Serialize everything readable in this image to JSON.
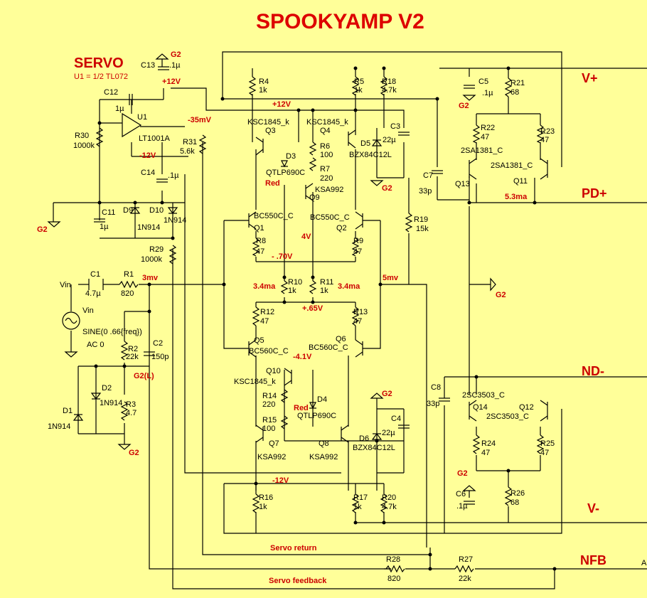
{
  "title": "SPOOKYAMP V2",
  "servo": {
    "heading": "SERVO",
    "subtitle": "U1 = 1/2 TL072"
  },
  "ports": [
    "V+",
    "PD+",
    "ND-",
    "V-",
    "NFB"
  ],
  "edge_label": "A",
  "source": {
    "name": "Vin",
    "net": "Vin",
    "spec1": "SINE(0 .66{freq})",
    "spec2": "AC 0"
  },
  "components": [
    {
      "ref": "C13",
      "value": ".1µ"
    },
    {
      "ref": "C12",
      "value": "1µ"
    },
    {
      "ref": "U1",
      "value": "LT1001A"
    },
    {
      "ref": "R30",
      "value": "1000k"
    },
    {
      "ref": "R31",
      "value": "5.6k"
    },
    {
      "ref": "C14",
      "value": ".1µ"
    },
    {
      "ref": "C11",
      "value": "1µ"
    },
    {
      "ref": "D9",
      "value": "1N914"
    },
    {
      "ref": "D10",
      "value": "1N914"
    },
    {
      "ref": "R29",
      "value": "1000k"
    },
    {
      "ref": "C1",
      "value": "4.7µ"
    },
    {
      "ref": "R1",
      "value": "820"
    },
    {
      "ref": "R2",
      "value": "22k"
    },
    {
      "ref": "C2",
      "value": "150p"
    },
    {
      "ref": "D2",
      "value": "1N914"
    },
    {
      "ref": "R3",
      "value": "4.7"
    },
    {
      "ref": "D1",
      "value": "1N914"
    },
    {
      "ref": "R4",
      "value": "1k"
    },
    {
      "ref": "Q3",
      "value": "KSC1845_k"
    },
    {
      "ref": "Q4",
      "value": "KSC1845_k"
    },
    {
      "ref": "R5",
      "value": "1k"
    },
    {
      "ref": "R18",
      "value": "4.7k"
    },
    {
      "ref": "R6",
      "value": "100"
    },
    {
      "ref": "R7",
      "value": "220"
    },
    {
      "ref": "D3",
      "value": "QTLP690C"
    },
    {
      "ref": "D5",
      "value": "BZX84C12L"
    },
    {
      "ref": "C3",
      "value": "22µ"
    },
    {
      "ref": "Q9",
      "value": "KSA992"
    },
    {
      "ref": "Q1",
      "value": "BC550C_C"
    },
    {
      "ref": "Q2",
      "value": "BC550C_C"
    },
    {
      "ref": "R8",
      "value": "47"
    },
    {
      "ref": "R9",
      "value": "47"
    },
    {
      "ref": "R19",
      "value": "15k"
    },
    {
      "ref": "R10",
      "value": "1k"
    },
    {
      "ref": "R11",
      "value": "1k"
    },
    {
      "ref": "R12",
      "value": "47"
    },
    {
      "ref": "R13",
      "value": "47"
    },
    {
      "ref": "Q5",
      "value": "BC560C_C"
    },
    {
      "ref": "Q6",
      "value": "BC560C_C"
    },
    {
      "ref": "Q10",
      "value": "KSC1845_k"
    },
    {
      "ref": "R14",
      "value": "220"
    },
    {
      "ref": "R15",
      "value": "100"
    },
    {
      "ref": "D4",
      "value": "QTLP690C"
    },
    {
      "ref": "Q7",
      "value": "KSA992"
    },
    {
      "ref": "Q8",
      "value": "KSA992"
    },
    {
      "ref": "D6",
      "value": "BZX84C12L"
    },
    {
      "ref": "C4",
      "value": "22µ"
    },
    {
      "ref": "R16",
      "value": "1k"
    },
    {
      "ref": "R17",
      "value": "1k"
    },
    {
      "ref": "R20",
      "value": "4.7k"
    },
    {
      "ref": "C5",
      "value": ".1µ"
    },
    {
      "ref": "R21",
      "value": "68"
    },
    {
      "ref": "R22",
      "value": "47"
    },
    {
      "ref": "R23",
      "value": "47"
    },
    {
      "ref": "Q13",
      "value": "2SA1381_C"
    },
    {
      "ref": "Q11",
      "value": "2SA1381_C"
    },
    {
      "ref": "C7",
      "value": "33p"
    },
    {
      "ref": "C8",
      "value": "33p"
    },
    {
      "ref": "Q14",
      "value": "2SC3503_C"
    },
    {
      "ref": "Q12",
      "value": "2SC3503_C"
    },
    {
      "ref": "R24",
      "value": "47"
    },
    {
      "ref": "R25",
      "value": "47"
    },
    {
      "ref": "R26",
      "value": "68"
    },
    {
      "ref": "C6",
      "value": ".1µ"
    },
    {
      "ref": "R28",
      "value": "820"
    },
    {
      "ref": "R27",
      "value": "22k"
    }
  ],
  "annotations": {
    "u1_vplus": "+12V",
    "u1_out": "-35mV",
    "u1_vminus": "-12V",
    "top_rail": "+12V",
    "bot_rail": "-12V",
    "inp": "3mv",
    "fb": "5mv",
    "q1e": "- .70V",
    "q1c": "4V",
    "i10": "3.4ma",
    "i11": "3.4ma",
    "q5e": "+.65V",
    "q5c": "-4.1V",
    "iout": "5.3ma",
    "d3c": "Red",
    "d4c": "Red",
    "servo_return": "Servo return",
    "servo_feedback": "Servo feedback"
  },
  "grounds": [
    "G2",
    "G2",
    "G2",
    "G2",
    "G2",
    "G2",
    "G2",
    "G2(L)",
    "G2"
  ]
}
